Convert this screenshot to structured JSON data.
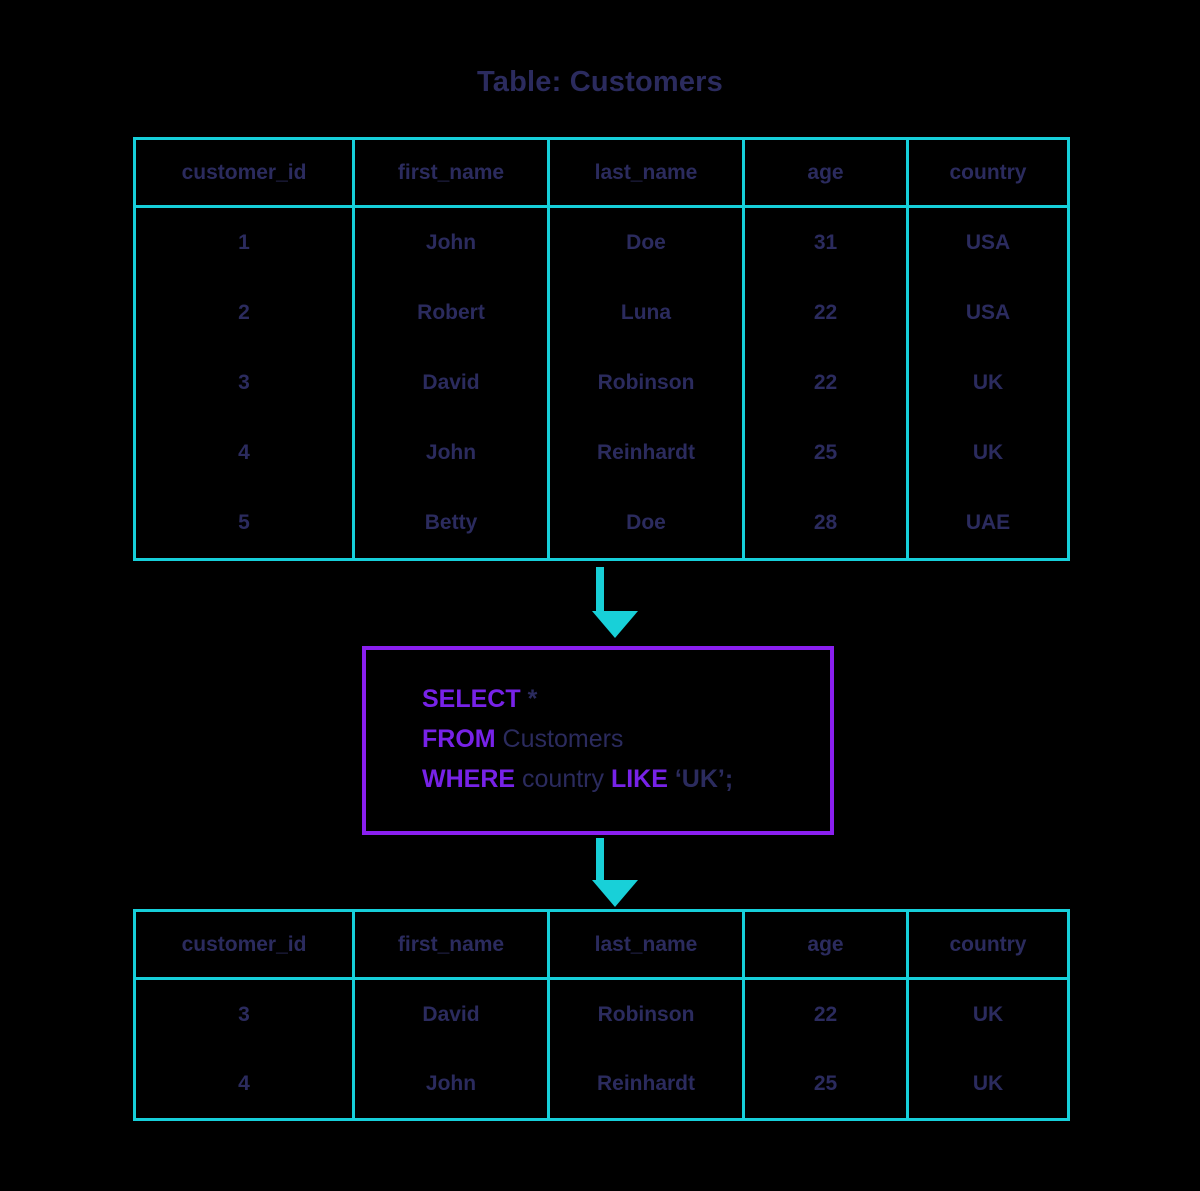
{
  "title": "Table: Customers",
  "colors": {
    "background": "#000000",
    "table_border": "#16cfda",
    "text": "#2b2b5e",
    "arrow": "#18d0d8",
    "query_box_border": "#8a1ff0",
    "keyword": "#7722e8"
  },
  "source_table": {
    "columns": [
      "customer_id",
      "first_name",
      "last_name",
      "age",
      "country"
    ],
    "rows": [
      [
        "1",
        "John",
        "Doe",
        "31",
        "USA"
      ],
      [
        "2",
        "Robert",
        "Luna",
        "22",
        "USA"
      ],
      [
        "3",
        "David",
        "Robinson",
        "22",
        "UK"
      ],
      [
        "4",
        "John",
        "Reinhardt",
        "25",
        "UK"
      ],
      [
        "5",
        "Betty",
        "Doe",
        "28",
        "UAE"
      ]
    ]
  },
  "query": {
    "line1": {
      "keyword": "SELECT",
      "rest": " *"
    },
    "line2": {
      "keyword": "FROM",
      "rest": " Customers"
    },
    "line3": {
      "keyword": "WHERE",
      "column": " country ",
      "keyword2": "LIKE",
      "value": " ‘UK’;"
    },
    "full_text": "SELECT *\nFROM Customers\nWHERE country LIKE ‘UK’;"
  },
  "result_table": {
    "columns": [
      "customer_id",
      "first_name",
      "last_name",
      "age",
      "country"
    ],
    "rows": [
      [
        "3",
        "David",
        "Robinson",
        "22",
        "UK"
      ],
      [
        "4",
        "John",
        "Reinhardt",
        "25",
        "UK"
      ]
    ]
  },
  "arrows": [
    {
      "name": "arrow-to-query",
      "direction": "down"
    },
    {
      "name": "arrow-to-result",
      "direction": "down"
    }
  ]
}
